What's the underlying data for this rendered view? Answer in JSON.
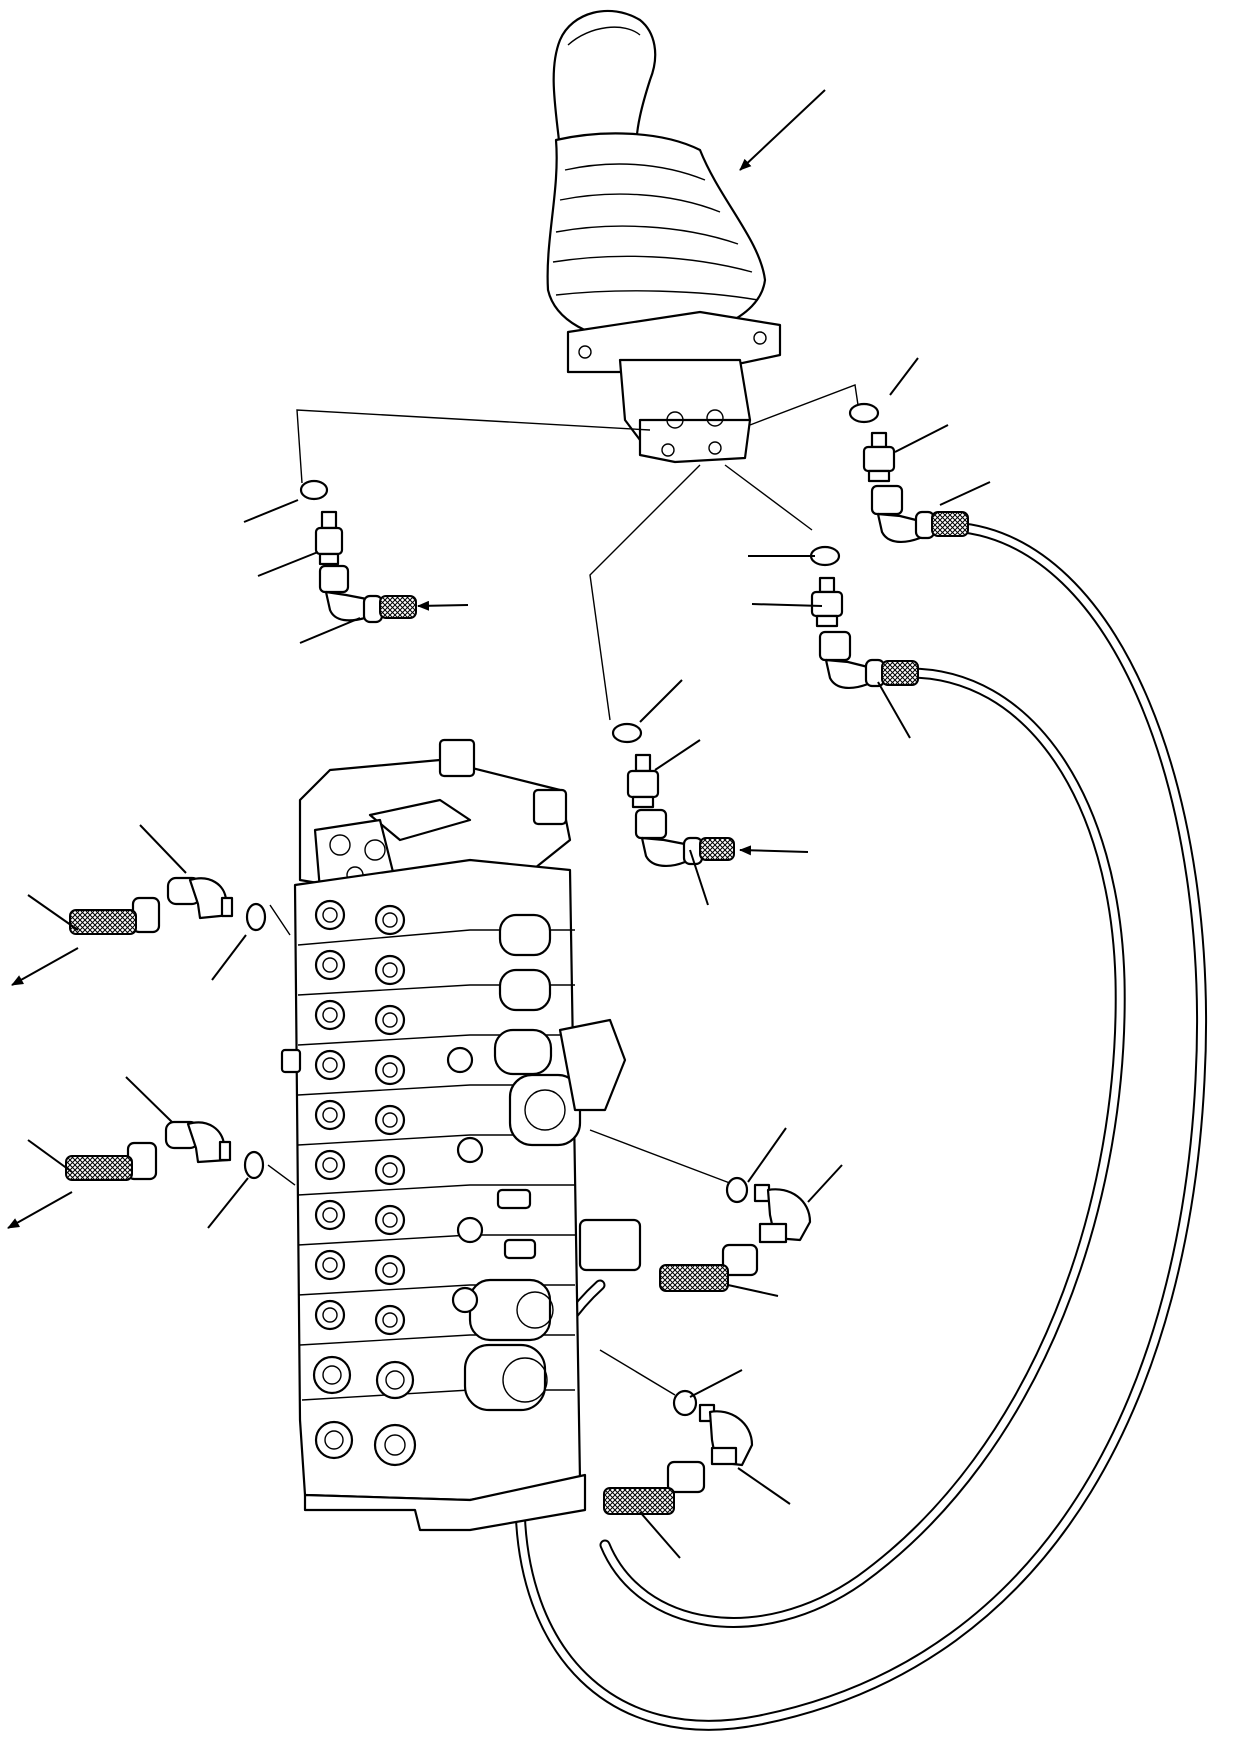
{
  "diagram": {
    "components": [
      "ppc-lever",
      "pilot-hose",
      "control-valve",
      "o-ring",
      "adapter",
      "elbow",
      "hose-end"
    ]
  }
}
